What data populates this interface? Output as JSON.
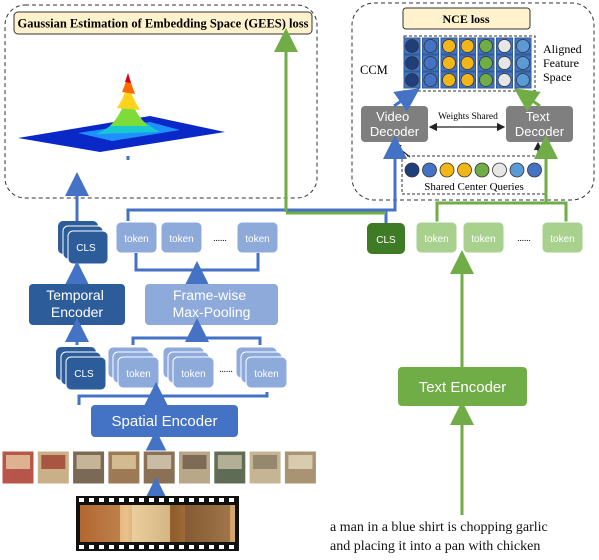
{
  "gees": {
    "title": "Gaussian Estimation of Embedding Space (GEES) loss"
  },
  "nce": {
    "title": "NCE loss"
  },
  "ccm": {
    "label": "CCM",
    "aligned_label": "Aligned\nFeature\nSpace",
    "video_decoder": "Video\nDecoder",
    "text_decoder": "Text\nDecoder",
    "weights_shared": "Weights Shared",
    "shared_queries": "Shared Center Queries"
  },
  "video": {
    "cls": "CLS",
    "token": "token",
    "ellipsis": "......",
    "temporal_encoder": "Temporal\nEncoder",
    "framewise_pool": "Frame-wise\nMax-Pooling",
    "spatial_encoder": "Spatial Encoder"
  },
  "text": {
    "cls": "CLS",
    "token": "token",
    "ellipsis": "......",
    "encoder": "Text Encoder",
    "caption": "a man in a blue shirt is chopping garlic\nand placing it into a pan with chicken"
  },
  "colors": {
    "blue_dark": "#2d5c9a",
    "blue_mid": "#4472c4",
    "blue_light": "#8eaadb",
    "green_dark": "#3f7a25",
    "green_mid": "#70ad47",
    "green_light": "#a9d18e",
    "gray_decoder": "#7f7f7f",
    "nce_fill": "#fff2cc"
  }
}
